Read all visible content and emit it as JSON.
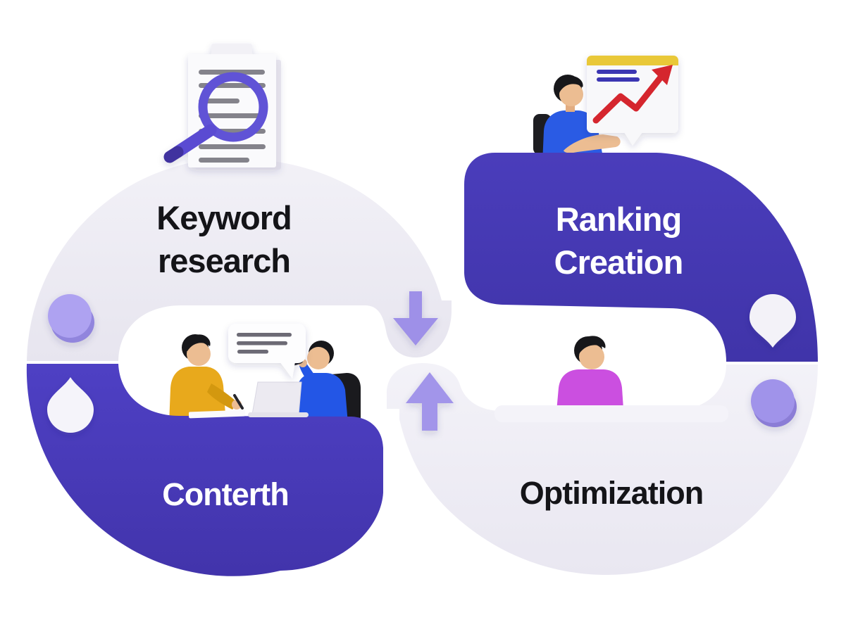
{
  "diagram": {
    "type": "seo-cycle-infographic",
    "segments": [
      {
        "id": "keyword-research",
        "lines": [
          "Keyword",
          "research"
        ],
        "position": "top-left",
        "fill": "#ededf3",
        "text_color": "#141418"
      },
      {
        "id": "content",
        "lines": [
          "Conterth"
        ],
        "position": "bottom-left",
        "fill": "#4a3cba",
        "text_color": "#ffffff"
      },
      {
        "id": "ranking-creation",
        "lines": [
          "Ranking",
          "Creation"
        ],
        "position": "top-right",
        "fill": "#473ab6",
        "text_color": "#ffffff"
      },
      {
        "id": "optimization",
        "lines": [
          "Optimization"
        ],
        "position": "bottom-right",
        "fill": "#ededf3",
        "text_color": "#141418"
      }
    ],
    "connectors": [
      {
        "id": "flow-down",
        "direction": "down",
        "color": "#9e90e8"
      },
      {
        "id": "flow-up",
        "direction": "up",
        "color": "#a295ea"
      }
    ],
    "accents": {
      "dot_color": "#a99df0",
      "droplet_color": "#f4f3f9",
      "purple_main": "#4a3cba",
      "purple_dark": "#3f33a8",
      "light_gray": "#ededf3"
    },
    "illustrations": [
      {
        "id": "document-search",
        "icon": "magnifying-glass-over-document"
      },
      {
        "id": "presenter-growth-chart",
        "icon": "person-presenting-rising-chart"
      },
      {
        "id": "team-meeting",
        "icon": "two-people-desk-laptop-speech-bubble"
      },
      {
        "id": "person-at-desk",
        "icon": "person-pink-shirt-behind-desk"
      }
    ],
    "chart_colors": {
      "card_header_yellow": "#e9c838",
      "trend_red": "#d5262e",
      "line_indigo": "#3b34b2"
    }
  }
}
